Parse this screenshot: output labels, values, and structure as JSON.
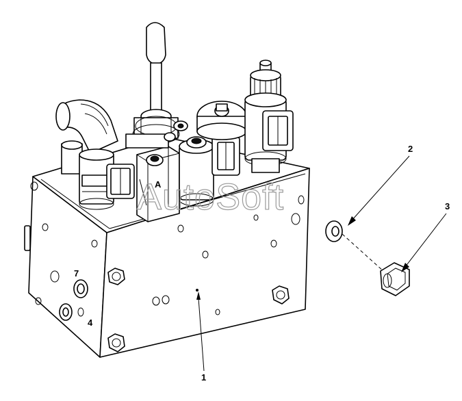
{
  "watermark": "AutoSoft",
  "callouts": [
    {
      "id": "callout-1",
      "label": "1"
    },
    {
      "id": "callout-2",
      "label": "2"
    },
    {
      "id": "callout-3",
      "label": "3"
    }
  ],
  "stamped_marks": {
    "port_a": "A",
    "port_7": "7",
    "port_4": "4"
  }
}
